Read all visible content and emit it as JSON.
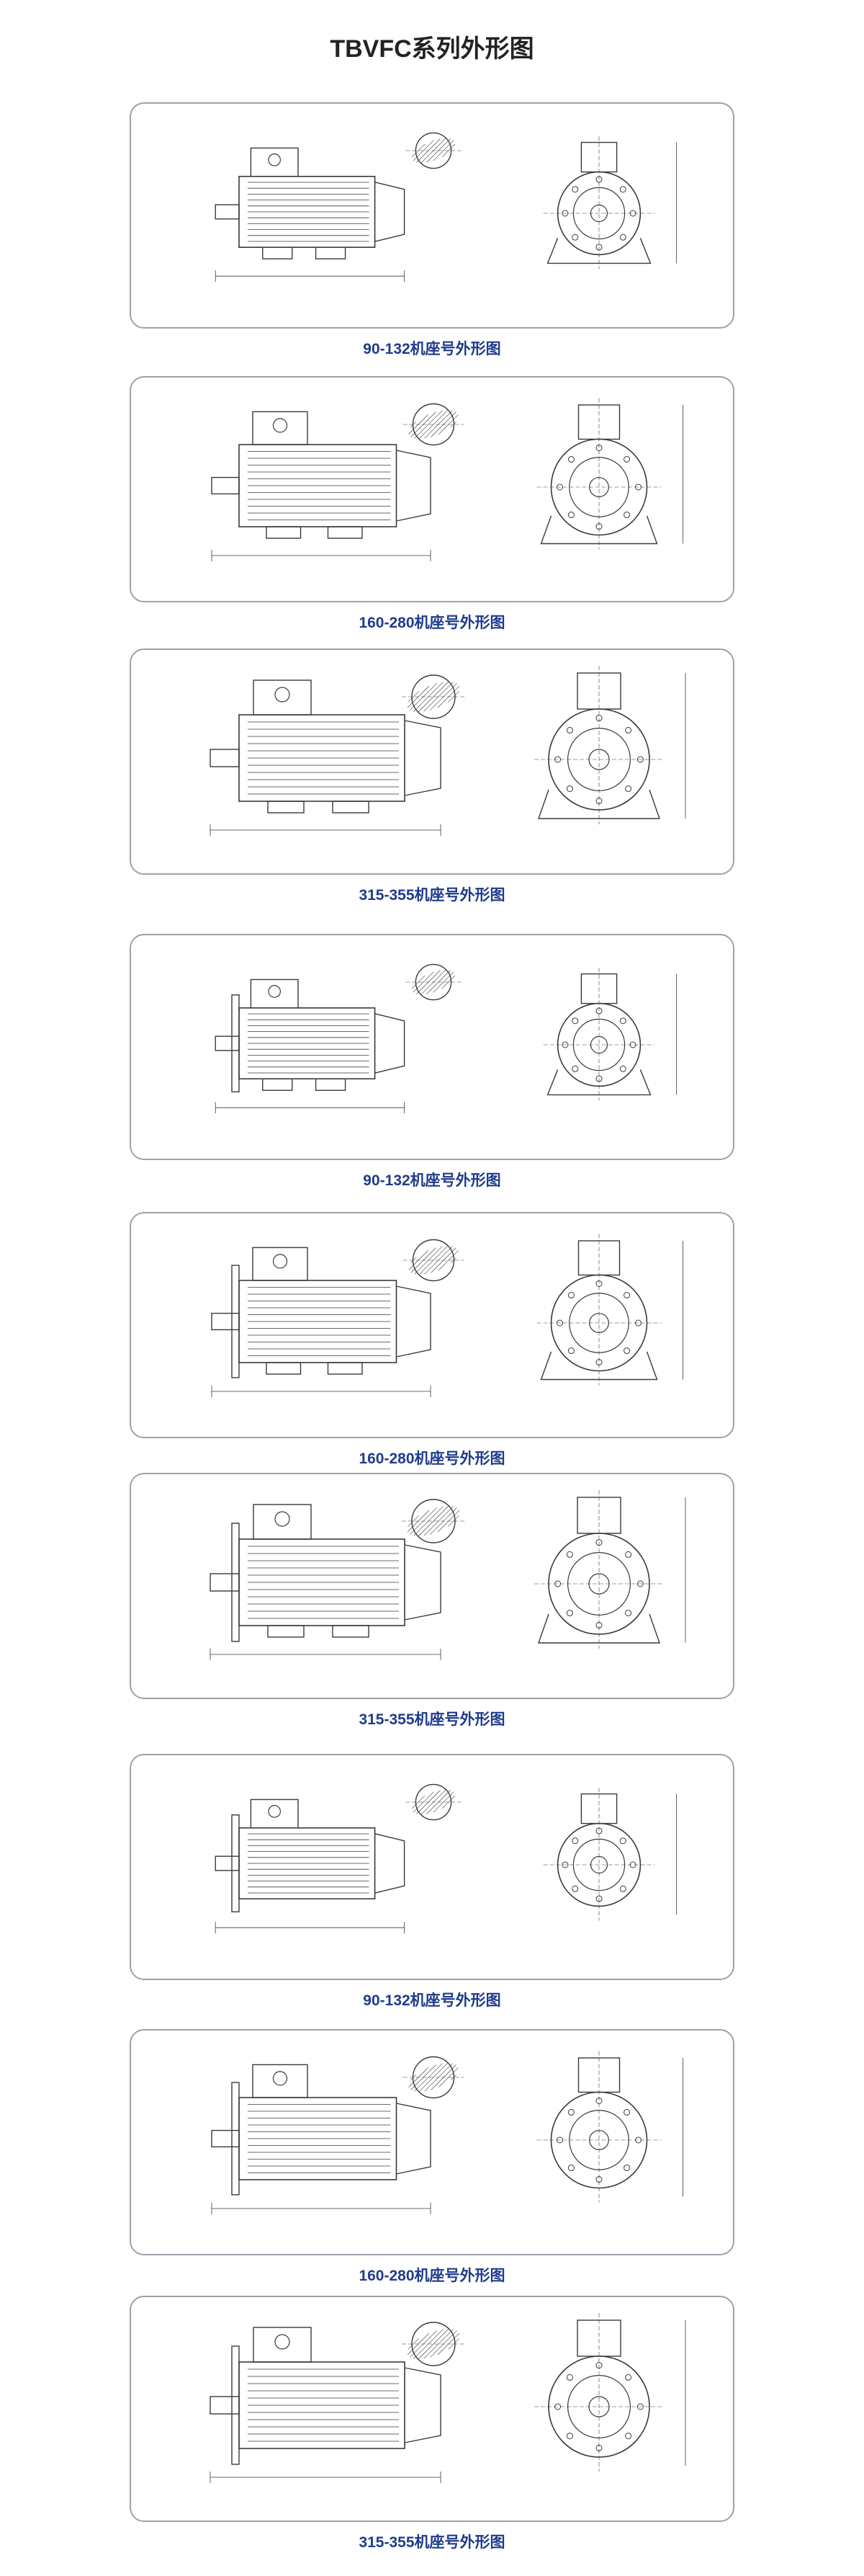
{
  "page": {
    "title": "TBVFC系列外形图"
  },
  "drawings": [
    {
      "caption": "90-132机座号外形图",
      "mount": "foot",
      "frame_size": "small"
    },
    {
      "caption": "160-280机座号外形图",
      "mount": "foot",
      "frame_size": "medium"
    },
    {
      "caption": "315-355机座号外形图",
      "mount": "foot",
      "frame_size": "large"
    },
    {
      "caption": "90-132机座号外形图",
      "mount": "foot-flange",
      "frame_size": "small"
    },
    {
      "caption": "160-280机座号外形图",
      "mount": "foot-flange",
      "frame_size": "medium"
    },
    {
      "caption": "315-355机座号外形图",
      "mount": "foot-flange",
      "frame_size": "large"
    },
    {
      "caption": "90-132机座号外形图",
      "mount": "flange",
      "frame_size": "small"
    },
    {
      "caption": "160-280机座号外形图",
      "mount": "flange",
      "frame_size": "medium"
    },
    {
      "caption": "315-355机座号外形图",
      "mount": "flange",
      "frame_size": "large"
    }
  ],
  "colors": {
    "line": "#3a3a3a",
    "caption": "#1f3c8c",
    "card_border": "#9aa3ad"
  }
}
